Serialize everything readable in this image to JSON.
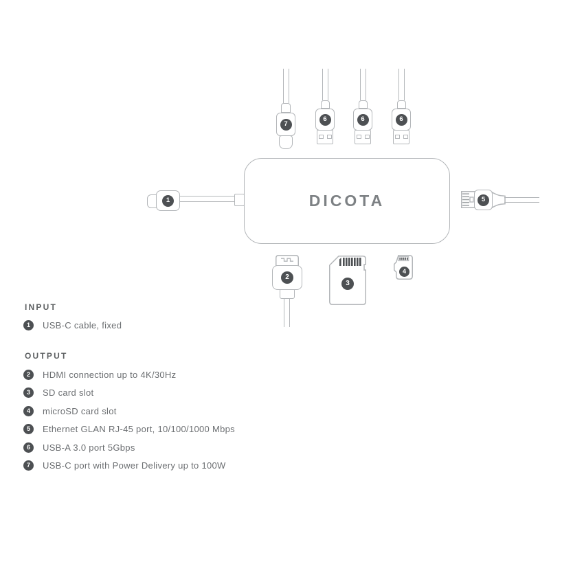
{
  "brand": "DICOTA",
  "diagram": {
    "ports": {
      "usb_c_pd": {
        "num": "7"
      },
      "usb_a_1": {
        "num": "6"
      },
      "usb_a_2": {
        "num": "6"
      },
      "usb_a_3": {
        "num": "6"
      },
      "usb_c_cable": {
        "num": "1"
      },
      "ethernet": {
        "num": "5"
      },
      "hdmi": {
        "num": "2"
      },
      "sd": {
        "num": "3"
      },
      "microsd": {
        "num": "4"
      }
    }
  },
  "legend": {
    "input_heading": "INPUT",
    "output_heading": "OUTPUT",
    "input_items": [
      {
        "num": "1",
        "label": "USB-C cable, fixed"
      }
    ],
    "output_items": [
      {
        "num": "2",
        "label": "HDMI connection up to 4K/30Hz"
      },
      {
        "num": "3",
        "label": "SD card slot"
      },
      {
        "num": "4",
        "label": "microSD card slot"
      },
      {
        "num": "5",
        "label": "Ethernet GLAN RJ-45 port, 10/100/1000 Mbps"
      },
      {
        "num": "6",
        "label": "USB-A 3.0 port 5Gbps"
      },
      {
        "num": "7",
        "label": "USB-C port with Power Delivery up to 100W"
      }
    ]
  },
  "colors": {
    "line": "#b3b6b9",
    "badge": "#4d5053",
    "badge_text": "#ffffff",
    "text": "#6b6e71",
    "heading_text": "#5d6062",
    "brand_text": "#7d8184"
  }
}
